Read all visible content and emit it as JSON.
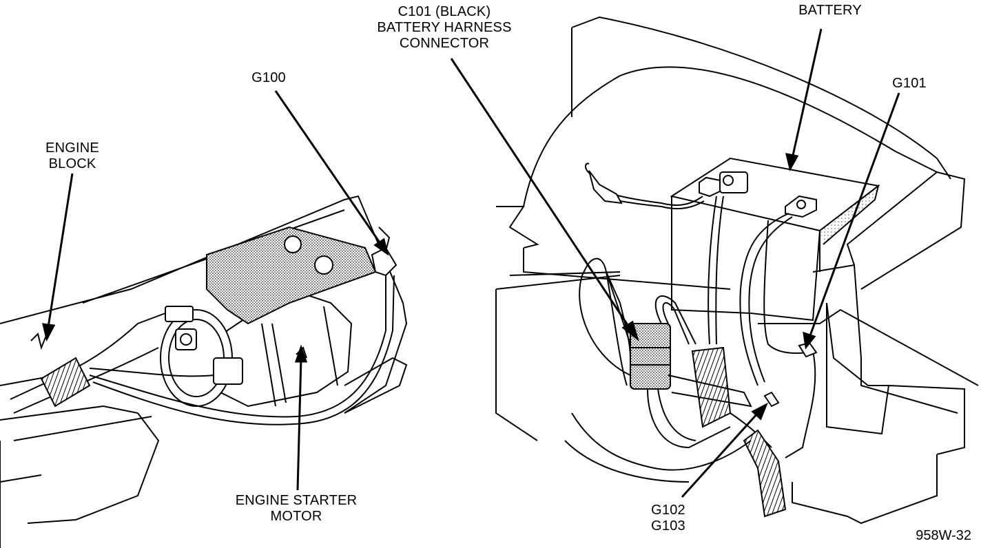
{
  "labels": {
    "c101_line1": "C101 (BLACK)",
    "c101_line2": "BATTERY HARNESS",
    "c101_line3": "CONNECTOR",
    "battery": "BATTERY",
    "g101": "G101",
    "g100": "G100",
    "engine_block_line1": "ENGINE",
    "engine_block_line2": "BLOCK",
    "starter_line1": "ENGINE STARTER",
    "starter_line2": "MOTOR",
    "g102": "G102",
    "g103": "G103"
  },
  "figure_id": "958W-32"
}
